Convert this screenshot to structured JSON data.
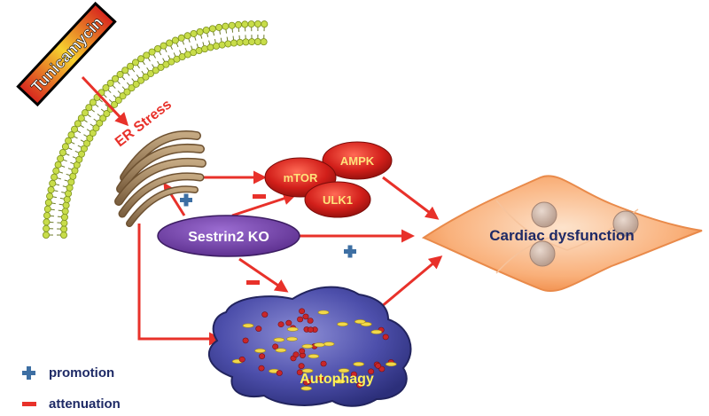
{
  "diagram": {
    "labels": {
      "tunicamycin": "Tunicamycin",
      "er_stress": "ER Stress",
      "ampk": "AMPK",
      "mtor": "mTOR",
      "ulk1": "ULK1",
      "sestrin2_ko": "Sestrin2 KO",
      "cardiac_dysfunction": "Cardiac dysfunction",
      "autophagy": "Autophagy"
    },
    "legend": {
      "promotion": "promotion",
      "attenuation": "attenuation"
    }
  },
  "colors": {
    "arrow": "#e8312a",
    "er_label": "#e8312a",
    "plus_sign": "#3d6fa3",
    "minus_sign": "#e8312a",
    "oval_red": "#d21f1a",
    "oval_text": "#ffe27a",
    "sestrin_oval": "#6a3a9e",
    "sestrin_text": "#ffffff",
    "cell_orange": "#f7a36a",
    "cardiac_text": "#1e2a66",
    "autophagy_cell": "#4a4fa8",
    "autophagy_text": "#fff25a",
    "membrane_head": "#c8dd4a",
    "tunicamycin_text": "#ffffff",
    "legend_text": "#1e2a66"
  }
}
